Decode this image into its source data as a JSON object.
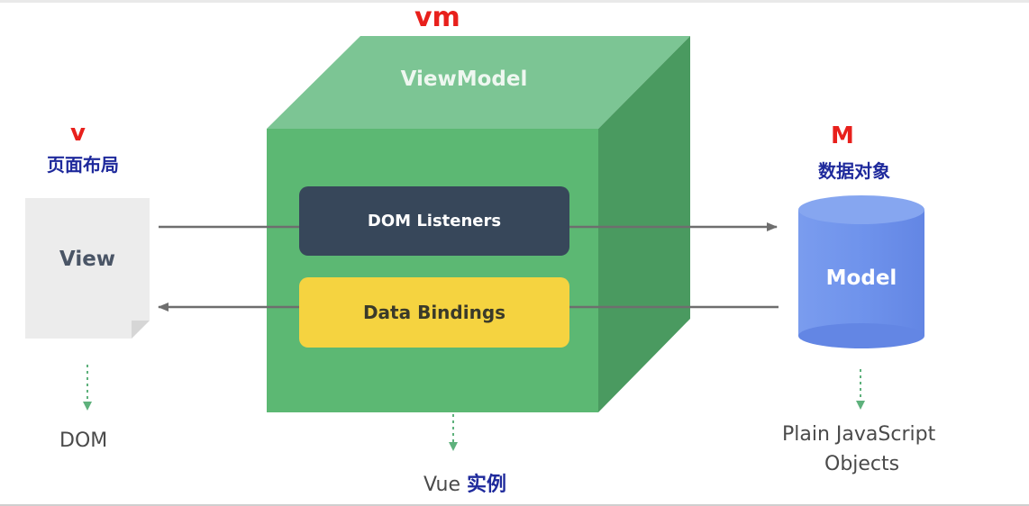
{
  "labels": {
    "vm": "vm",
    "v": "v",
    "v_sub": "页面布局",
    "m": "M",
    "m_sub": "数据对象",
    "viewmodel": "ViewModel",
    "dom_listeners": "DOM Listeners",
    "data_bindings": "Data Bindings",
    "view": "View",
    "model": "Model",
    "dom": "DOM",
    "vue_prefix": "Vue",
    "vue_suffix": "实例",
    "plain_line1": "Plain JavaScript",
    "plain_line2": "Objects"
  },
  "colors": {
    "cube_front": "#5cb873",
    "cube_top": "#7cc594",
    "cube_side": "#4a9a60",
    "dom_listeners_fill": "#37475a",
    "data_bindings_fill": "#f5d340",
    "view_doc": "#ececec",
    "model_cylinder": "#6f93ec",
    "model_top": "#86a6f0",
    "arrow": "#6e6e6e",
    "dotted_arrow": "#5eb17c",
    "red_label": "#e8201c",
    "blue_label": "#1f2a9c"
  }
}
